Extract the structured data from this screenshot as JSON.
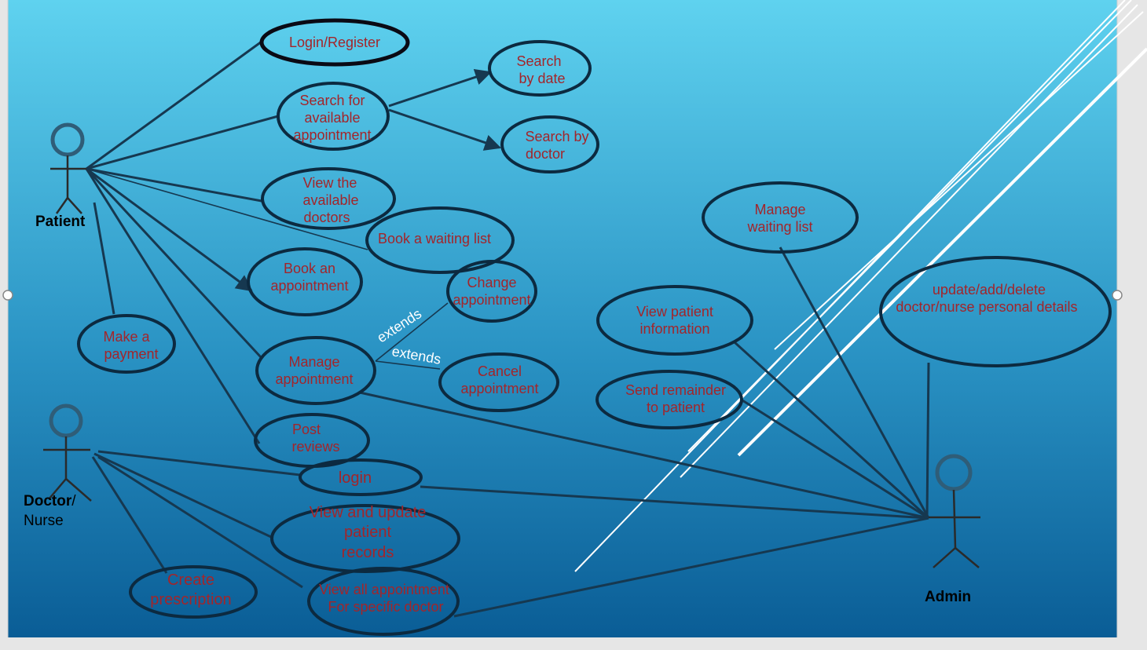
{
  "actors": {
    "patient": "Patient",
    "doctor_line1": "Doctor",
    "doctor_slash": "/",
    "doctor_line2": "Nurse",
    "admin": "Admin"
  },
  "use_cases": {
    "login_register": "Login/Register",
    "search_available": [
      "Search for",
      "available",
      "appointment"
    ],
    "search_by_date": [
      "Search",
      "by date"
    ],
    "search_by_doctor": [
      "Search by",
      "doctor"
    ],
    "view_available_doctors": [
      "View the",
      "available",
      "doctors"
    ],
    "book_waiting_list": "Book a waiting list",
    "book_appointment": [
      "Book an",
      "appointment"
    ],
    "change_appointment": [
      "Change",
      "appointment"
    ],
    "make_payment": [
      "Make a",
      "payment"
    ],
    "manage_appointment": [
      "Manage",
      "appointment"
    ],
    "cancel_appointment": [
      "Cancel",
      "appointment"
    ],
    "post_reviews": [
      "Post",
      "reviews"
    ],
    "login": "login",
    "view_update_records": [
      "View and update",
      "patient",
      "records"
    ],
    "create_prescription": [
      "Create",
      "prescription"
    ],
    "view_all_appointments": [
      "View all appointment",
      "For specific doctor"
    ],
    "manage_waiting_list": [
      "Manage",
      "waiting list"
    ],
    "view_patient_information": [
      "View patient",
      "information"
    ],
    "send_reminder": [
      "Send remainder",
      "to patient"
    ],
    "update_staff_details": [
      "update/add/delete",
      "doctor/nurse personal details"
    ]
  },
  "relations": {
    "extends_1": "extends",
    "extends_2": "extends"
  },
  "colors": {
    "background_top": "#5fd2ef",
    "background_bottom": "#0a5d96",
    "use_case_text": "#a3252a",
    "ellipse_stroke": "#0c2a40",
    "association_line": "#163850"
  }
}
